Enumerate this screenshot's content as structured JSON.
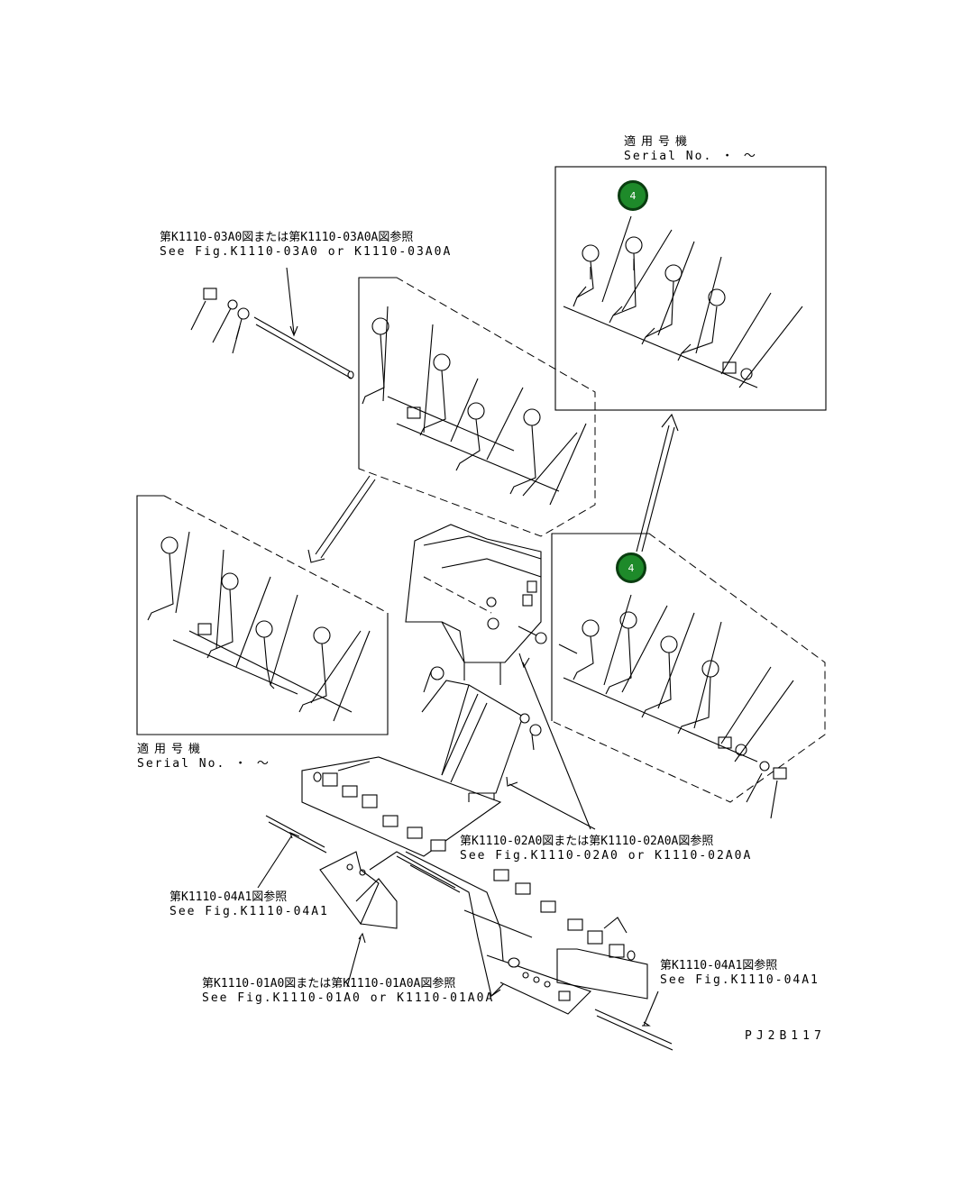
{
  "refs": {
    "k1110_03a0": {
      "jp": "第K1110-03A0図または第K1110-03A0A図参照",
      "en": "See Fig.K1110-03A0 or K1110-03A0A"
    },
    "k1110_02a0": {
      "jp": "第K1110-02A0図または第K1110-02A0A図参照",
      "en": "See Fig.K1110-02A0 or K1110-02A0A"
    },
    "k1110_04a1_left": {
      "jp": "第K1110-04A1図参照",
      "en": "See Fig.K1110-04A1"
    },
    "k1110_04a1_right": {
      "jp": "第K1110-04A1図参照",
      "en": "See Fig.K1110-04A1"
    },
    "k1110_01a0": {
      "jp": "第K1110-01A0図または第K1110-01A0A図参照",
      "en": "See Fig.K1110-01A0 or K1110-01A0A"
    }
  },
  "serial_top": {
    "jp": "適用号機",
    "en": "Serial No.  ・ ～"
  },
  "serial_left": {
    "jp": "適用号機",
    "en": "Serial No.  ・ ～"
  },
  "badges": {
    "top": "4",
    "right": "4"
  },
  "badge_color": "#1e8a2a",
  "drawing_code": "PJ2B117"
}
